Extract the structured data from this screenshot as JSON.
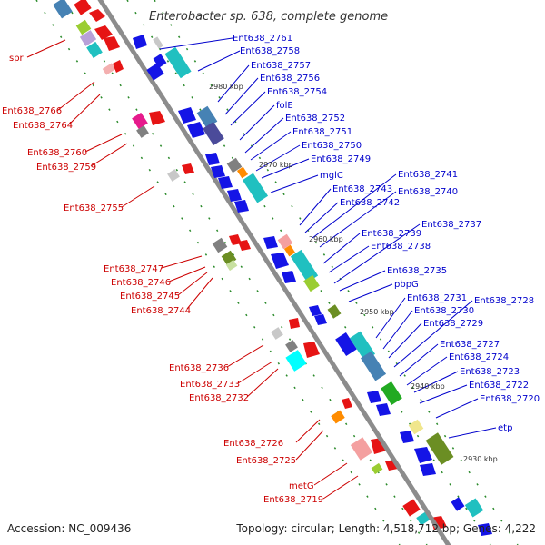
{
  "title": "Enterobacter sp. 638, complete genome",
  "footer": {
    "accession": "Accession: NC_009436",
    "summary": "Topology: circular; Length: 4,518,712 bp; Genes: 4,222"
  },
  "colors": {
    "backbone": "#8c8c8c",
    "forward_label": "#0000cc",
    "reverse_label": "#cc0000",
    "forward_gene": "#1414e6",
    "reverse_gene": "#e61414",
    "tick": "#2a8a2a"
  },
  "kbp_marks": [
    "2980 kbp",
    "2970 kbp",
    "2960 kbp",
    "2950 kbp",
    "2940 kbp",
    "2930 kbp"
  ],
  "forward_labels": [
    "Ent638_2761",
    "Ent638_2758",
    "Ent638_2757",
    "Ent638_2756",
    "Ent638_2754",
    "folE",
    "Ent638_2752",
    "Ent638_2751",
    "Ent638_2750",
    "Ent638_2749",
    "mglC",
    "Ent638_2743",
    "Ent638_2742",
    "Ent638_2741",
    "Ent638_2740",
    "Ent638_2739",
    "Ent638_2738",
    "Ent638_2737",
    "Ent638_2735",
    "pbpG",
    "Ent638_2731",
    "Ent638_2730",
    "Ent638_2729",
    "Ent638_2728",
    "Ent638_2727",
    "Ent638_2724",
    "Ent638_2723",
    "Ent638_2722",
    "Ent638_2720",
    "etp"
  ],
  "reverse_labels": [
    "spr",
    "Ent638_2766",
    "Ent638_2764",
    "Ent638_2760",
    "Ent638_2759",
    "Ent638_2755",
    "Ent638_2747",
    "Ent638_2746",
    "Ent638_2745",
    "Ent638_2744",
    "Ent638_2736",
    "Ent638_2733",
    "Ent638_2732",
    "Ent638_2726",
    "Ent638_2725",
    "metG",
    "Ent638_2719"
  ]
}
